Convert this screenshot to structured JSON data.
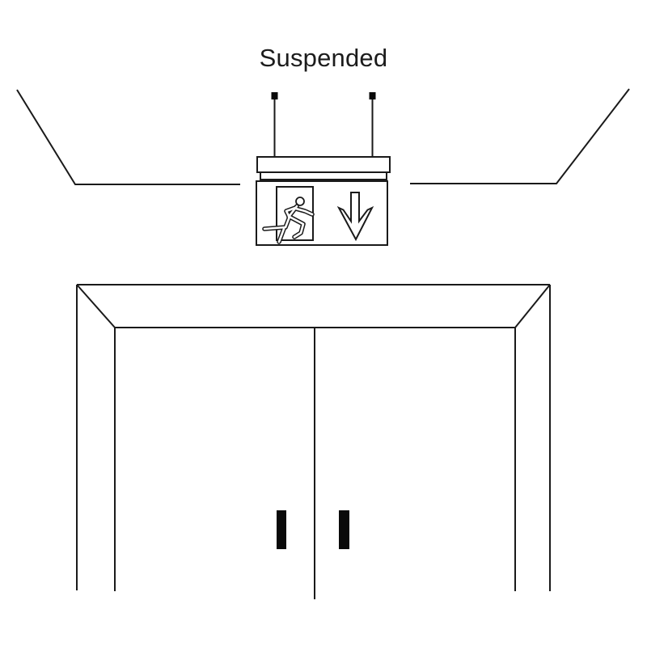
{
  "title": "Suspended",
  "colors": {
    "background": "#ffffff",
    "line": "#1a1a1a",
    "handle_fill": "#0a0a0a"
  },
  "sign": {
    "mounting_type_label": "Suspended",
    "suspension_rod_count": 2,
    "icons": [
      "running-man-exit-icon",
      "down-arrow-icon"
    ]
  },
  "door": {
    "type": "double-door",
    "handle_count": 2
  }
}
